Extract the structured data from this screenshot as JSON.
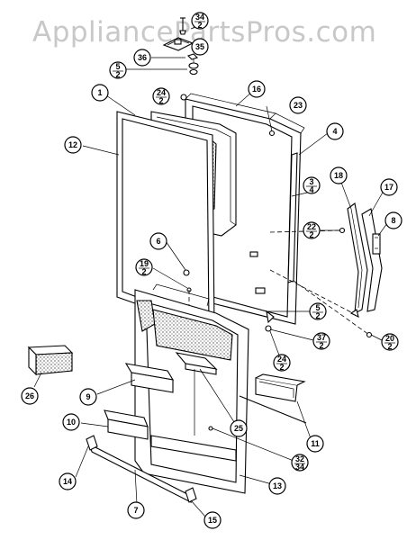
{
  "watermark": "AppliancePartsPros.com",
  "callouts": [
    {
      "id": "c34",
      "label": "34"
    },
    {
      "id": "c35",
      "label": "35"
    },
    {
      "id": "c36",
      "label": "36"
    },
    {
      "id": "c5a",
      "num": "5",
      "den": "2"
    },
    {
      "id": "c16",
      "label": "16"
    },
    {
      "id": "c1",
      "label": "1"
    },
    {
      "id": "c24a",
      "num": "24",
      "den": "2"
    },
    {
      "id": "c23",
      "label": "23"
    },
    {
      "id": "c4",
      "label": "4"
    },
    {
      "id": "c12",
      "label": "12"
    },
    {
      "id": "c3",
      "num": "3",
      "den": "4"
    },
    {
      "id": "c18",
      "label": "18"
    },
    {
      "id": "c17",
      "label": "17"
    },
    {
      "id": "c22",
      "num": "22",
      "den": "2"
    },
    {
      "id": "c8",
      "label": "8"
    },
    {
      "id": "c6",
      "label": "6"
    },
    {
      "id": "c19",
      "num": "19",
      "den": "2"
    },
    {
      "id": "c5b",
      "num": "5",
      "den": "2"
    },
    {
      "id": "c37",
      "num": "37",
      "den": "2"
    },
    {
      "id": "c20",
      "num": "20",
      "den": "2"
    },
    {
      "id": "c24b",
      "num": "24",
      "den": "2"
    },
    {
      "id": "c26",
      "label": "26"
    },
    {
      "id": "c9",
      "label": "9"
    },
    {
      "id": "c25",
      "label": "25"
    },
    {
      "id": "c11",
      "label": "11"
    },
    {
      "id": "c10",
      "label": "10"
    },
    {
      "id": "c32",
      "num": "32",
      "den": "34"
    },
    {
      "id": "c13",
      "label": "13"
    },
    {
      "id": "c14",
      "label": "14"
    },
    {
      "id": "c7",
      "label": "7"
    },
    {
      "id": "c15",
      "label": "15"
    }
  ]
}
